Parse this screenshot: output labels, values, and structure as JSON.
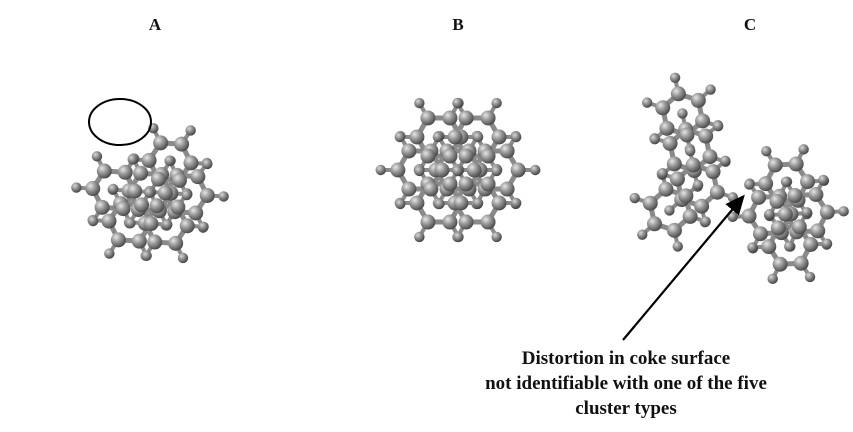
{
  "panels": [
    {
      "id": "A",
      "label": "A"
    },
    {
      "id": "B",
      "label": "B"
    },
    {
      "id": "C",
      "label": "C"
    }
  ],
  "annotation": {
    "lines": [
      "Distortion in coke surface",
      "not identifiable with one of the five",
      "cluster types"
    ]
  },
  "colors": {
    "atom": "#8c8c8c",
    "bond": "#8a8a8a",
    "text": "#111111",
    "annotation_line": "#000000"
  }
}
